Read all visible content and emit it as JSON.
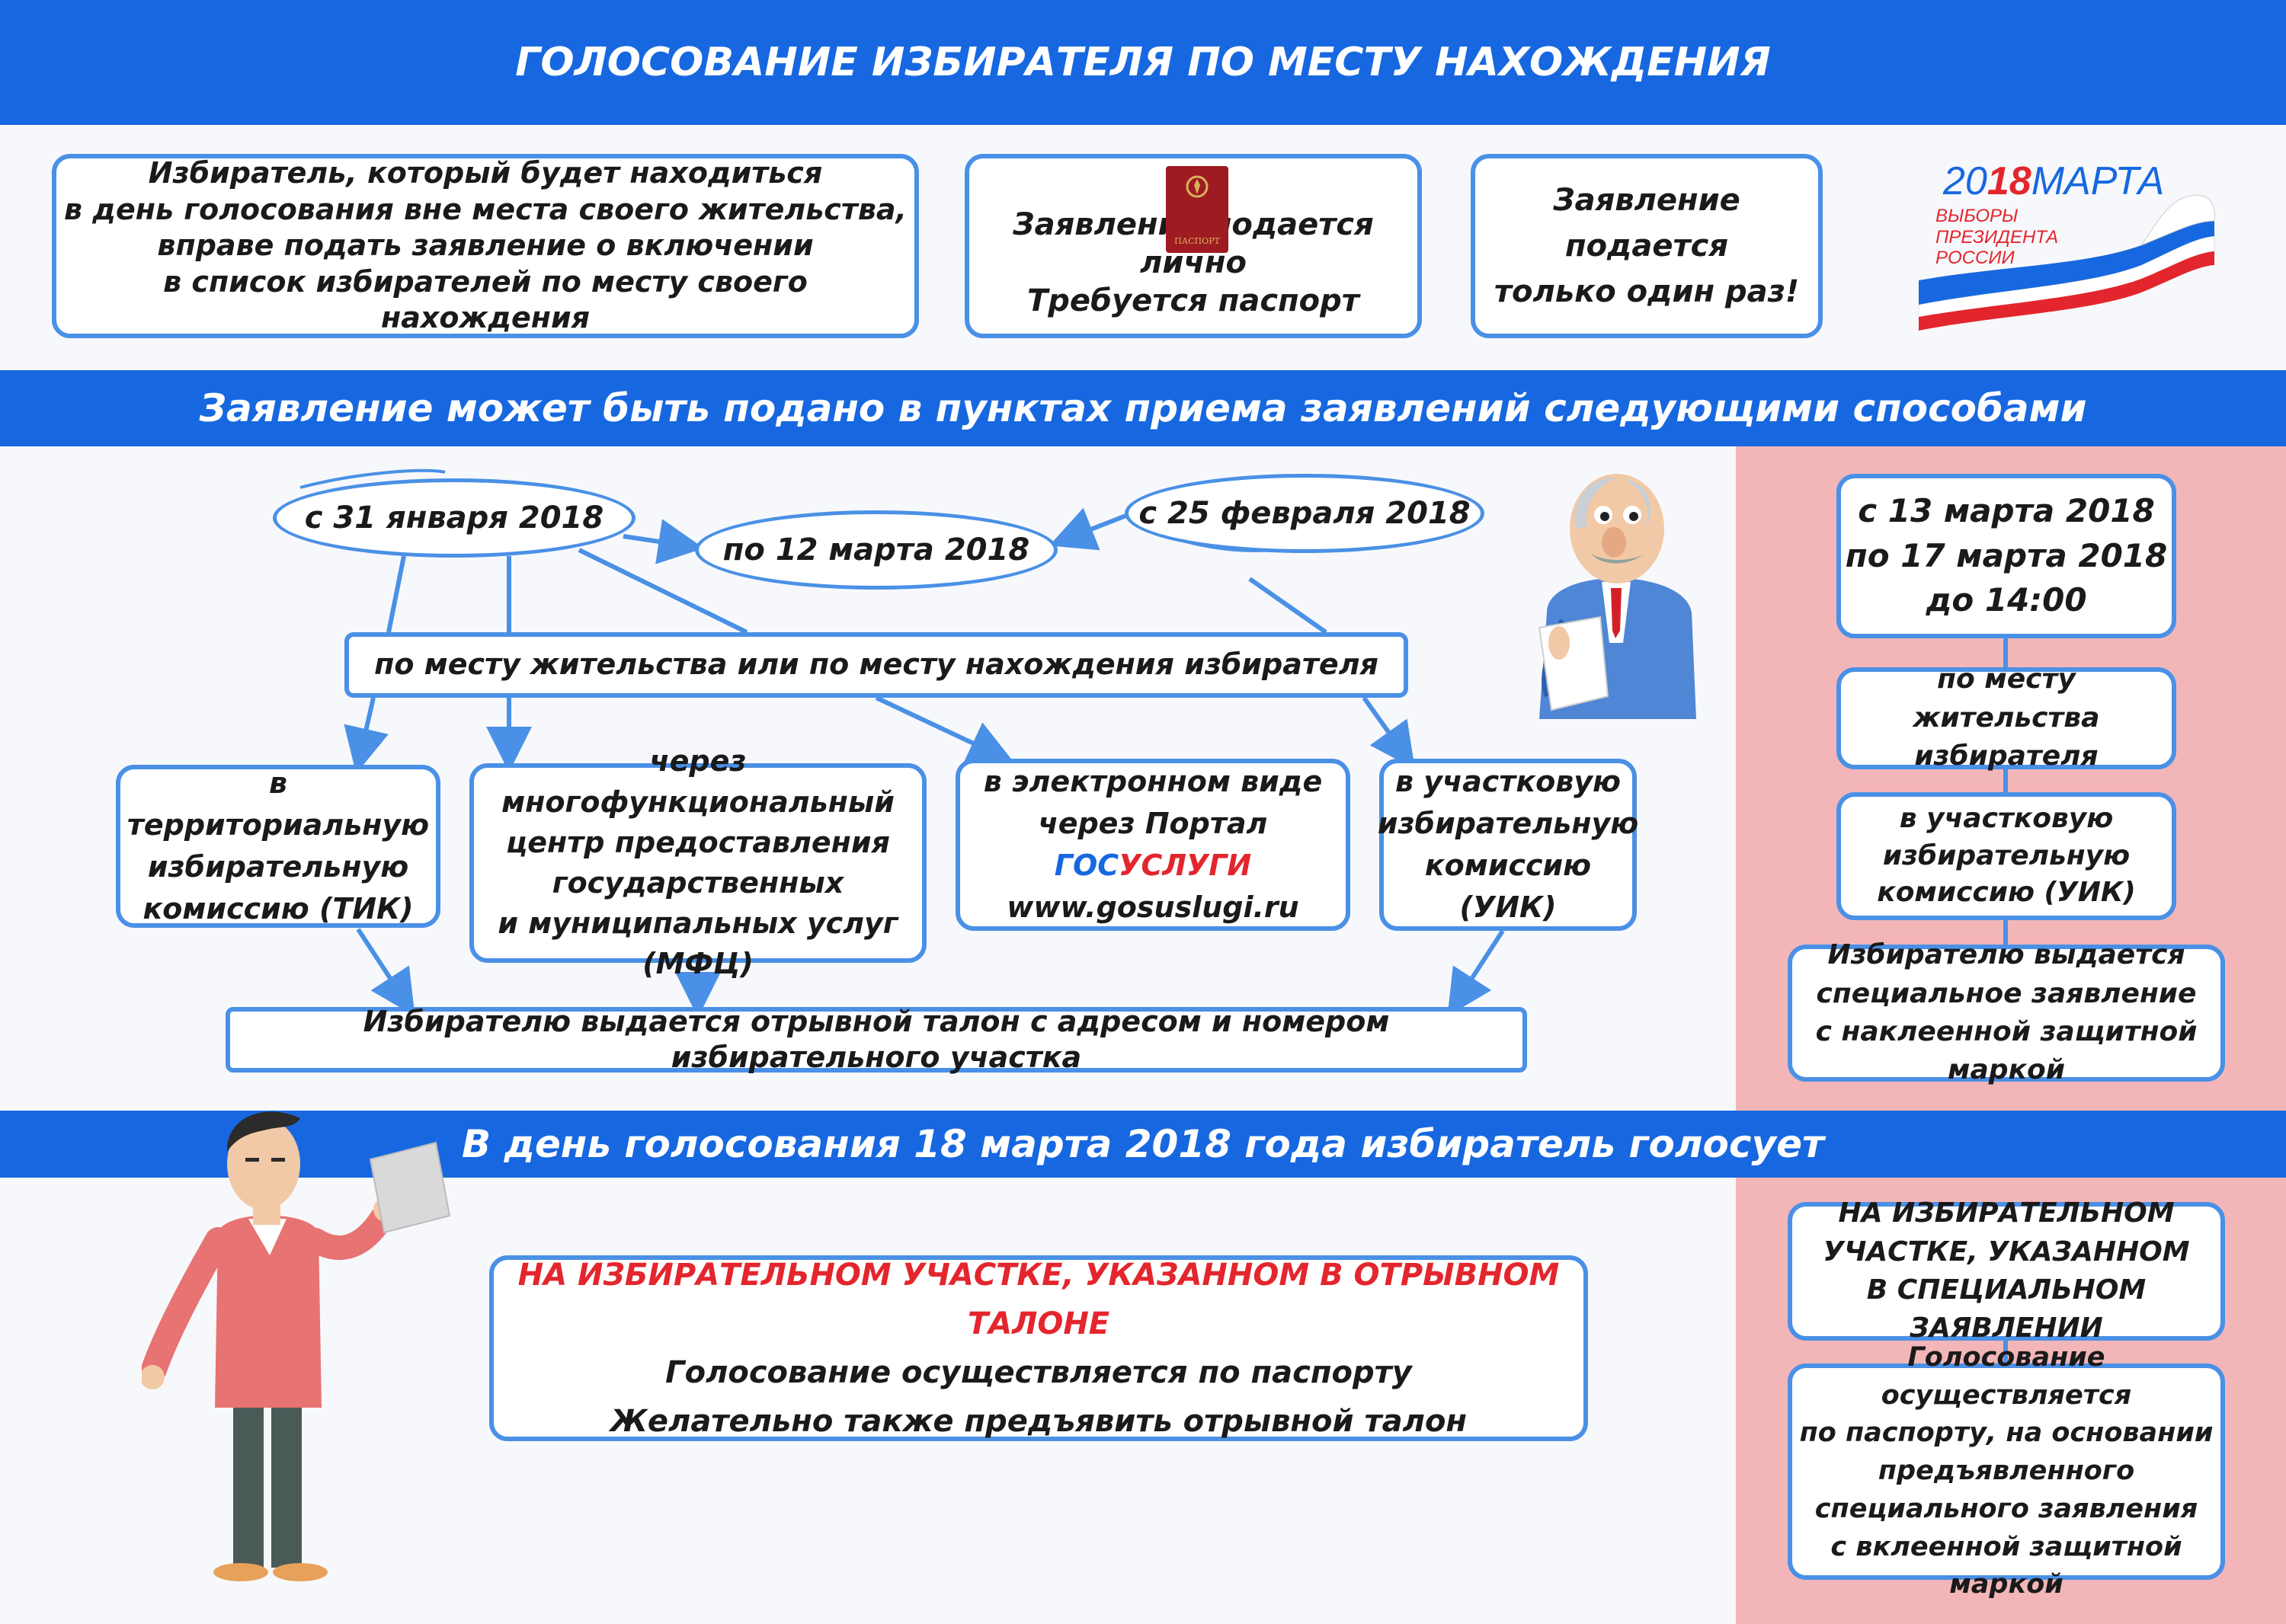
{
  "header": {
    "title": "ГОЛОСОВАНИЕ ИЗБИРАТЕЛЯ ПО МЕСТУ НАХОЖДЕНИЯ"
  },
  "intro": {
    "box1": [
      "Избиратель, который будет находиться",
      "в день голосования вне места своего жительства,",
      "вправе подать заявление о включении",
      "в список избирателей по месту своего нахождения"
    ],
    "box2": [
      "Заявление подается лично",
      "Требуется паспорт"
    ],
    "passport_label": "ПАСПОРТ",
    "box3": [
      "Заявление подается",
      "только один раз!"
    ]
  },
  "logo": {
    "year_prefix": "20",
    "year_suffix": "18",
    "month": "МАРТА",
    "line1": "ВЫБОРЫ",
    "line2": "ПРЕЗИДЕНТА",
    "line3": "РОССИИ",
    "flag_colors": [
      "#ffffff",
      "#1768e0",
      "#e3262d"
    ]
  },
  "section2": {
    "title": "Заявление может быть подано в пунктах приема заявлений следующими способами"
  },
  "dates": {
    "jan31": "с 31 января 2018",
    "mar12": "по 12 марта 2018",
    "feb25": "с 25 февраля 2018"
  },
  "flow": {
    "place": "по месту жительства или по месту нахождения избирателя",
    "tik": [
      "в территориальную",
      "избирательную",
      "комиссию (ТИК)"
    ],
    "mfc": [
      "через многофункциональный",
      "центр предоставления",
      "государственных",
      "и муниципальных услуг (МФЦ)"
    ],
    "portal_line1": "в электронном виде",
    "portal_prefix": "через Портал ",
    "portal_gos": "ГОС",
    "portal_uslugi": "УСЛУГИ",
    "portal_url": "www.gosuslugi.ru",
    "uik": [
      "в  участковую",
      "избирательную",
      "комиссию (УИК)"
    ],
    "coupon": "Избирателю выдается отрывной талон с адресом и номером избирательного участка"
  },
  "right_panel": {
    "dates": [
      "с 13 марта 2018",
      "по 17 марта 2018",
      "до 14:00"
    ],
    "place": [
      "по месту жительства",
      "избирателя"
    ],
    "uik": [
      "в участковую",
      "избирательную",
      "комиссию (УИК)"
    ],
    "special": [
      "Избирателю выдается",
      "специальное заявление",
      "с наклеенной защитной маркой"
    ],
    "station": [
      "НА ИЗБИРАТЕЛЬНОМ",
      "УЧАСТКЕ, УКАЗАННОМ",
      "В СПЕЦИАЛЬНОМ ЗАЯВЛЕНИИ"
    ],
    "vote": [
      "Голосование осуществляется",
      "по паспорту, на основании",
      "предъявленного",
      "специального заявления",
      "с вклеенной защитной маркой"
    ]
  },
  "section3": {
    "title": "В день голосования 18 марта 2018 года избиратель голосует"
  },
  "voting": {
    "station": "НА ИЗБИРАТЕЛЬНОМ УЧАСТКЕ, УКАЗАННОМ В ОТРЫВНОМ ТАЛОНЕ",
    "line1": "Голосование осуществляется по паспорту",
    "line2": "Желательно также предъявить отрывной талон"
  },
  "colors": {
    "brand_blue": "#1768e0",
    "accent_red": "#e3262d",
    "panel_pink": "#f3b6b8",
    "border_blue": "#4a90e6"
  }
}
